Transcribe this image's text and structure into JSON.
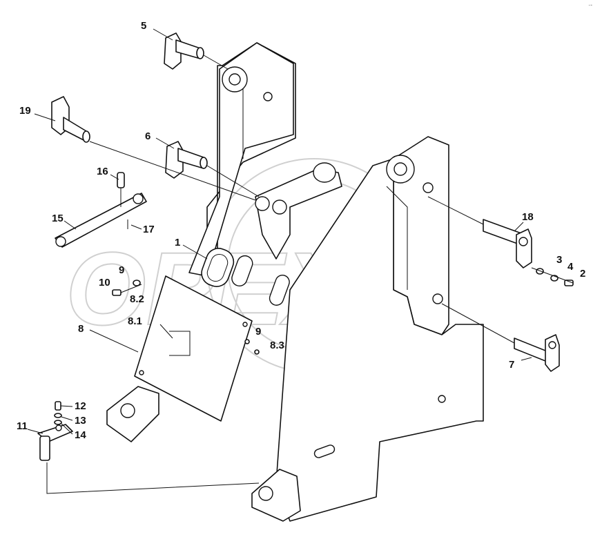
{
  "watermark": {
    "text": "OPEX",
    "color": "#d0d0d0"
  },
  "corner_mark": "·-",
  "callouts": {
    "c1": "1",
    "c2": "2",
    "c3": "3",
    "c4": "4",
    "c5": "5",
    "c6": "6",
    "c7": "7",
    "c8": "8",
    "c8_1": "8.1",
    "c8_2": "8.2",
    "c8_3": "8.3",
    "c9a": "9",
    "c9b": "9",
    "c10": "10",
    "c11": "11",
    "c12": "12",
    "c13": "13",
    "c14": "14",
    "c15": "15",
    "c16": "16",
    "c17": "17",
    "c18": "18",
    "c19": "19"
  }
}
